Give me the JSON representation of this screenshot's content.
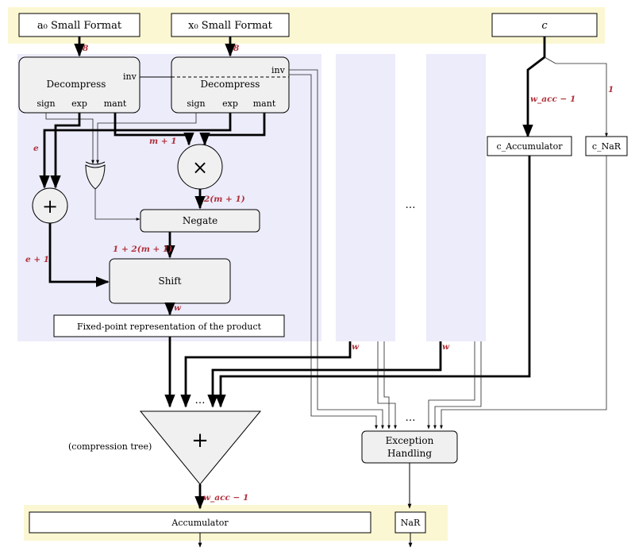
{
  "diagram": {
    "inputs": {
      "a0": "a₀ Small Format",
      "x0": "x₀ Small Format",
      "c": "c"
    },
    "decompress": {
      "title": "Decompress",
      "inv": "inv",
      "sign": "sign",
      "exp": "exp",
      "mant": "mant"
    },
    "ops": {
      "multiply_symbol": "×",
      "add_symbol": "+",
      "negate": "Negate",
      "shift": "Shift",
      "fixed_point": "Fixed-point representation of the product"
    },
    "c_boxes": {
      "accumulator": "c_Accumulator",
      "nar": "c_NaR"
    },
    "widths": {
      "a0_bits": "8",
      "x0_bits": "8",
      "e_label": "e",
      "m_plus_1": "m + 1",
      "two_m_plus_1": "2(m + 1)",
      "neg_width": "1 + 2(m + 1)",
      "e_plus_1": "e + 1",
      "w_shift": "w",
      "w_lane2": "w",
      "w_lane3": "w",
      "wacc_c": "w_acc − 1",
      "nar_bits": "1",
      "wacc_out": "w_acc − 1"
    },
    "ellipsis": "…",
    "compression": {
      "symbol": "+",
      "label": "(compression tree)"
    },
    "exception": {
      "line1": "Exception",
      "line2": "Handling"
    },
    "outputs": {
      "accumulator": "Accumulator",
      "nar": "NaR"
    },
    "colors": {
      "input_band": "#fbf7d2",
      "lane_fill": "#ececfb",
      "block_fill": "#f0f0f0",
      "label_red": "#b0303a"
    }
  }
}
